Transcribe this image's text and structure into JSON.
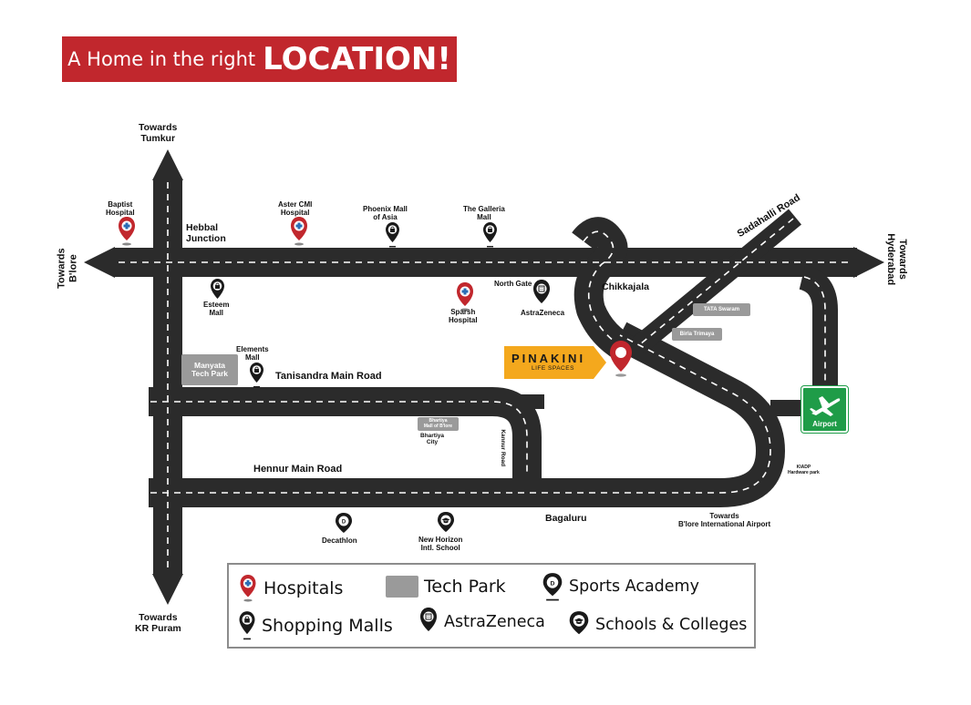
{
  "banner": {
    "prefix": "A Home in the right",
    "highlight": "LOCATION!"
  },
  "directions": {
    "north": "Towards\nTumkur",
    "south": "Towards\nKR Puram",
    "west": "Towards\nB'lore",
    "east": "Towards\nHyderabad"
  },
  "roads": {
    "hebbal": "Hebbal\nJunction",
    "tanisandra": "Tanisandra Main Road",
    "hennur": "Hennur Main Road",
    "sadahalli": "Sadahalli Road",
    "kannur": "Kannur Road",
    "chikkajala": "Chikkajala",
    "bagaluru": "Bagaluru",
    "towards_airport": "Towards\nB'lore International Airport"
  },
  "places": {
    "baptist": "Baptist\nHospital",
    "aster": "Aster CMI\nHospital",
    "phoenix": "Phoenix Mall\nof Asia",
    "galleria": "The Galleria\nMall",
    "esteem": "Esteem\nMall",
    "sparsh": "Sparsh\nHospital",
    "north_gate": "North Gate",
    "astrazeneca": "AstraZeneca",
    "elements": "Elements\nMall",
    "manyata": "Manyata\nTech Park",
    "tata": "TATA Swaram",
    "birla": "Birla Trimaya",
    "bhartiya_mall": "Bhartiya\nMall of B'lore",
    "bhartiya_city": "Bhartiya\nCity",
    "kiadp": "KIADP\nHardware park",
    "decathlon": "Decathlon",
    "new_horizon": "New Horizon\nIntl. School",
    "airport": "Airport"
  },
  "project": {
    "name": "PINAKINI",
    "tagline": "LIFE SPACES"
  },
  "legend": {
    "hospitals": "Hospitals",
    "tech_park": "Tech Park",
    "sports": "Sports Academy",
    "malls": "Shopping Malls",
    "astrazeneca": "AstraZeneca",
    "schools": "Schools & Colleges"
  },
  "colors": {
    "banner": "#c1272d",
    "road": "#2b2b2b",
    "pin_red": "#c1272d",
    "pin_black": "#1a1a1a",
    "tech_grey": "#9a9a9a",
    "brand_orange": "#f4a81d",
    "airport_green": "#1f9c48"
  }
}
